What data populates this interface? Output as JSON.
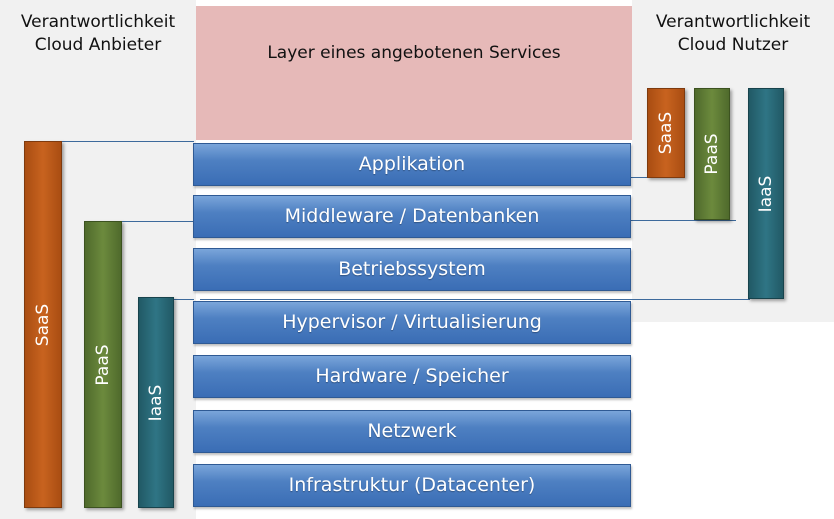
{
  "provider": {
    "heading_line1": "Verantwortlichkeit",
    "heading_line2": "Cloud Anbieter",
    "bars": {
      "saas": "SaaS",
      "paas": "PaaS",
      "iaas": "IaaS"
    }
  },
  "consumer": {
    "heading_line1": "Verantwortlichkeit",
    "heading_line2": "Cloud Nutzer",
    "bars": {
      "saas": "SaaS",
      "paas": "PaaS",
      "iaas": "IaaS"
    }
  },
  "service_layer_title": "Layer eines angebotenen Services",
  "layers": [
    "Applikation",
    "Middleware / Datenbanken",
    "Betriebssystem",
    "Hypervisor / Virtualisierung",
    "Hardware / Speicher",
    "Netzwerk",
    "Infrastruktur (Datacenter)"
  ],
  "colors": {
    "layer_blue": "#4e80c2",
    "saas_orange": "#c8631f",
    "paas_green": "#6c8a3d",
    "iaas_teal": "#2f7585",
    "service_pink": "#e6b9b8"
  }
}
